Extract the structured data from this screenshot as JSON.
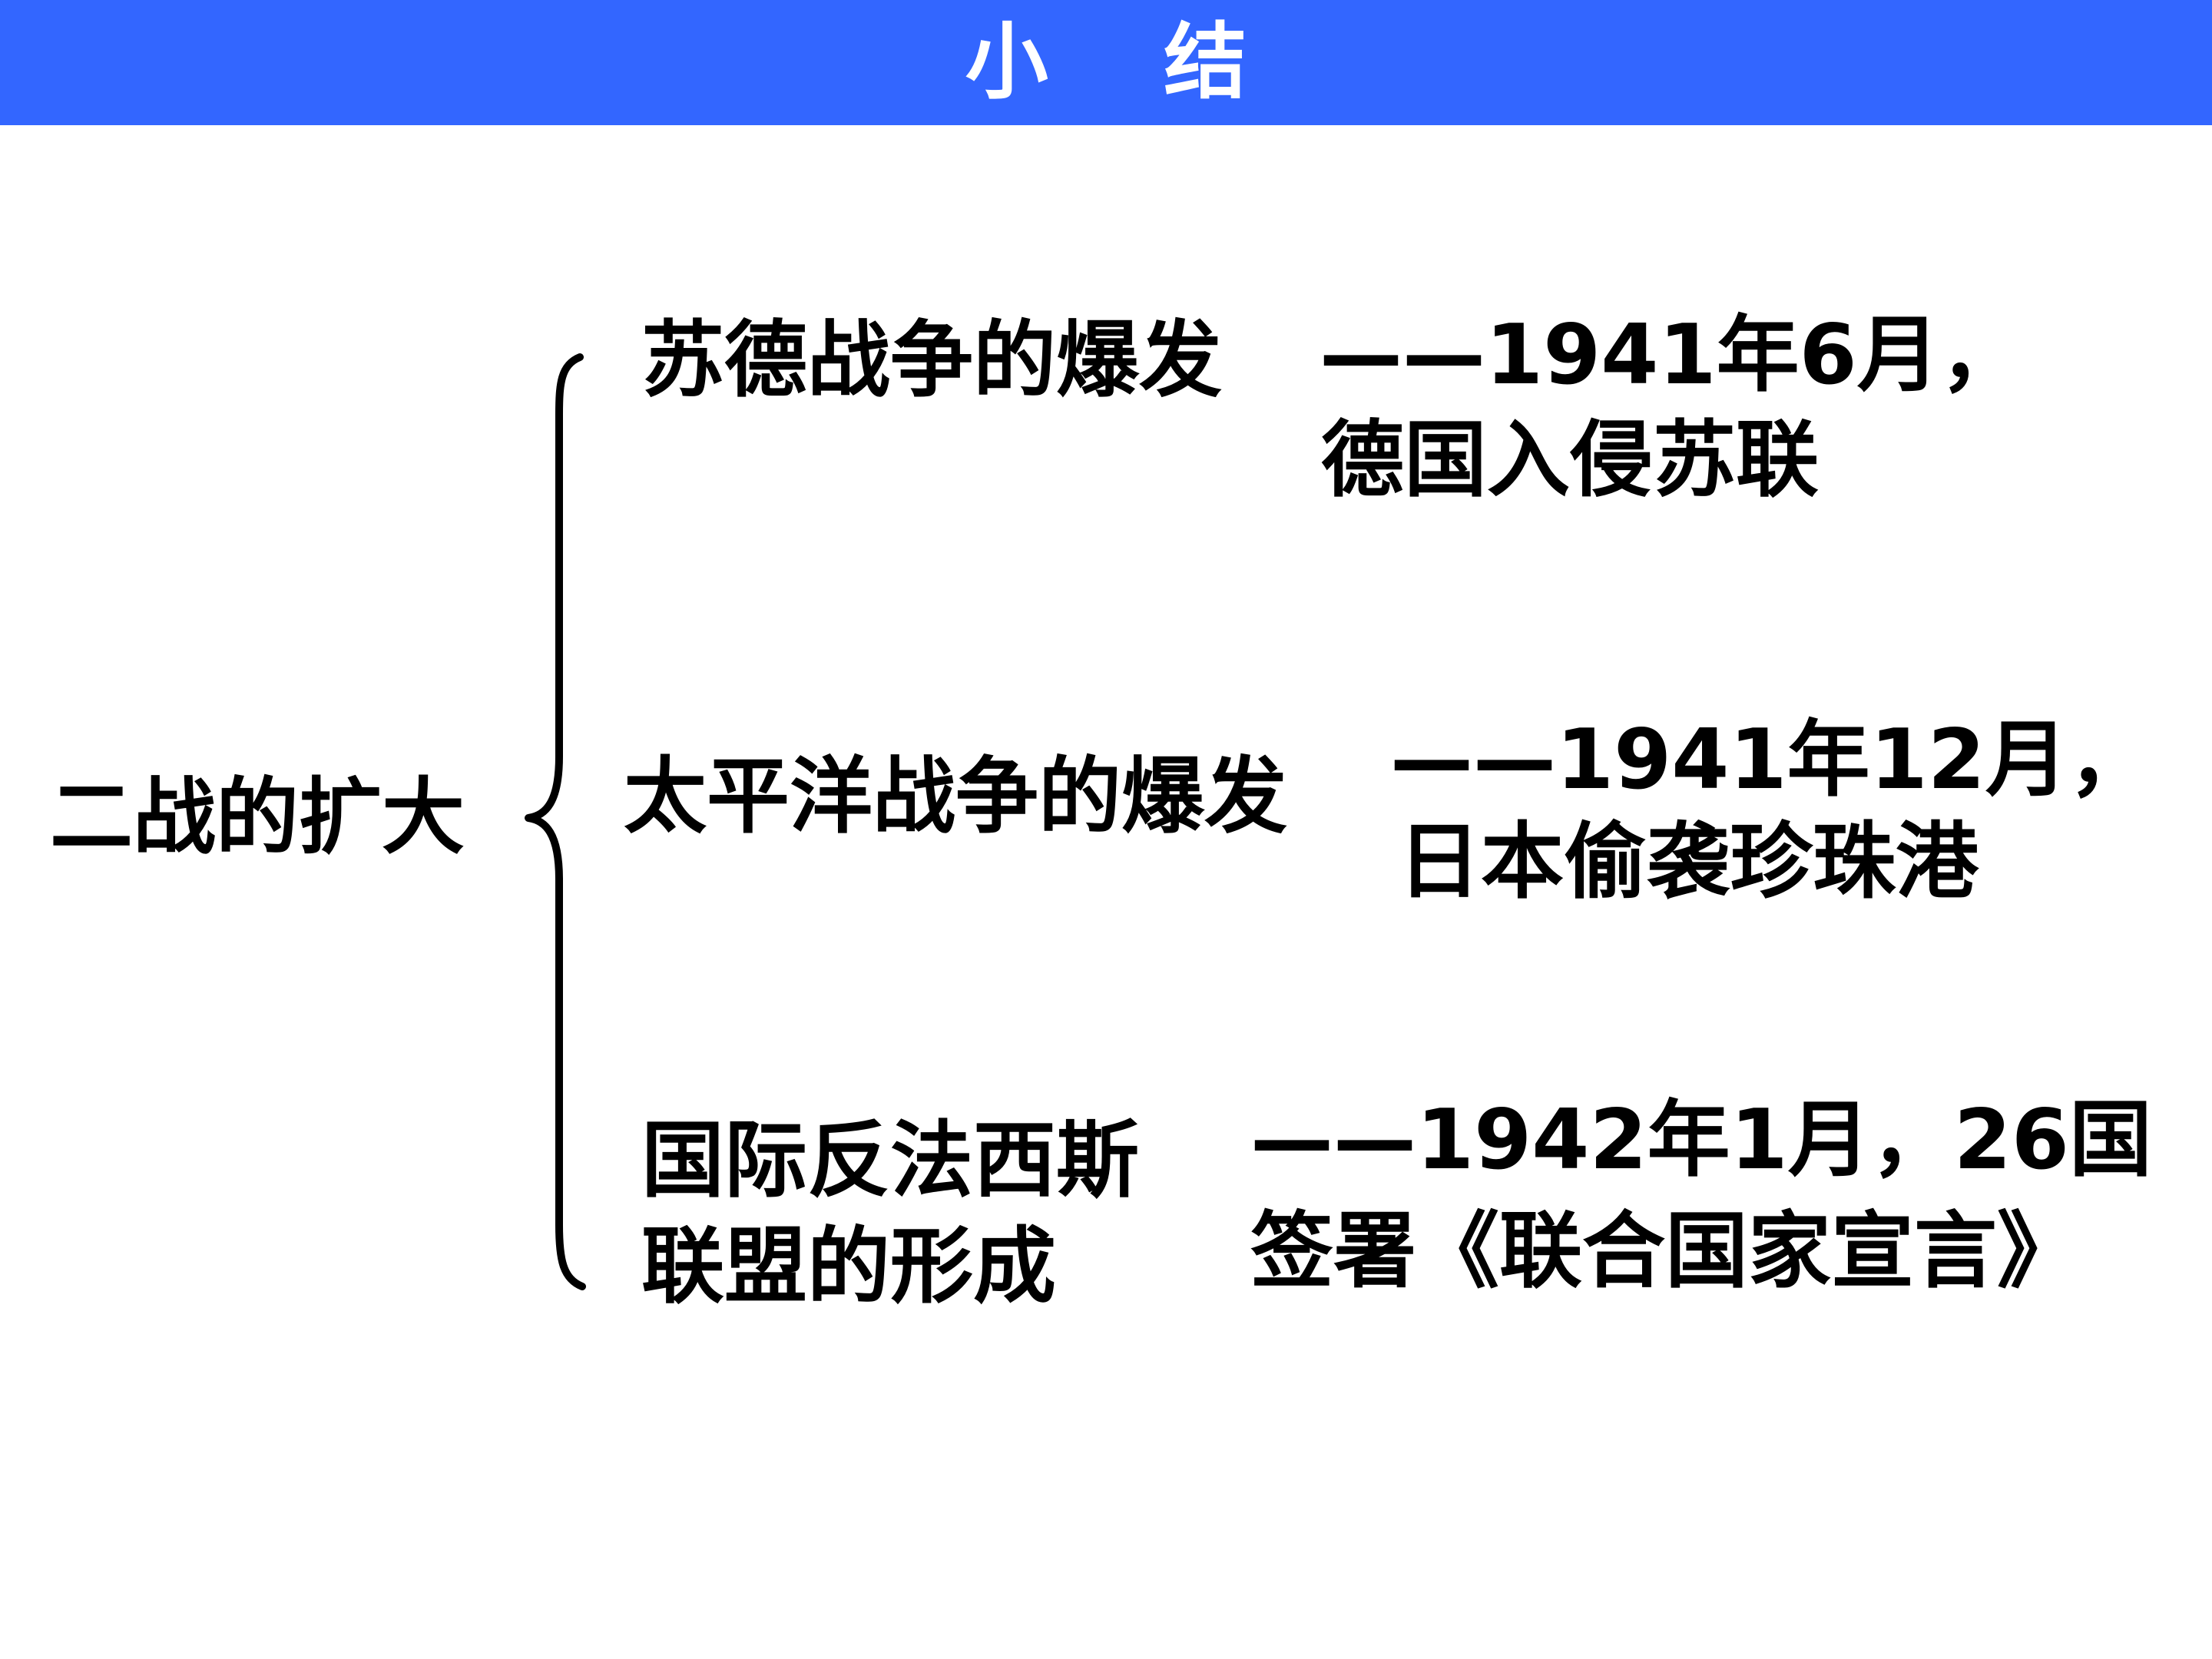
{
  "header": {
    "title": "小    结",
    "background": "#3366ff",
    "text_color": "#ffffff"
  },
  "diagram": {
    "root": "二战的扩大",
    "branches": [
      {
        "title_lines": [
          "苏德战争的爆发"
        ],
        "detail_lines": [
          "——1941年6月，",
          "德国入侵苏联"
        ]
      },
      {
        "title_lines": [
          "太平洋战争的爆发"
        ],
        "detail_lines": [
          "——1941年12月，",
          "日本偷袭珍珠港"
        ]
      },
      {
        "title_lines": [
          "国际反法西斯",
          "联盟的形成"
        ],
        "detail_lines": [
          "——1942年1月，26国",
          "签署《联合国家宣言》"
        ]
      }
    ]
  }
}
